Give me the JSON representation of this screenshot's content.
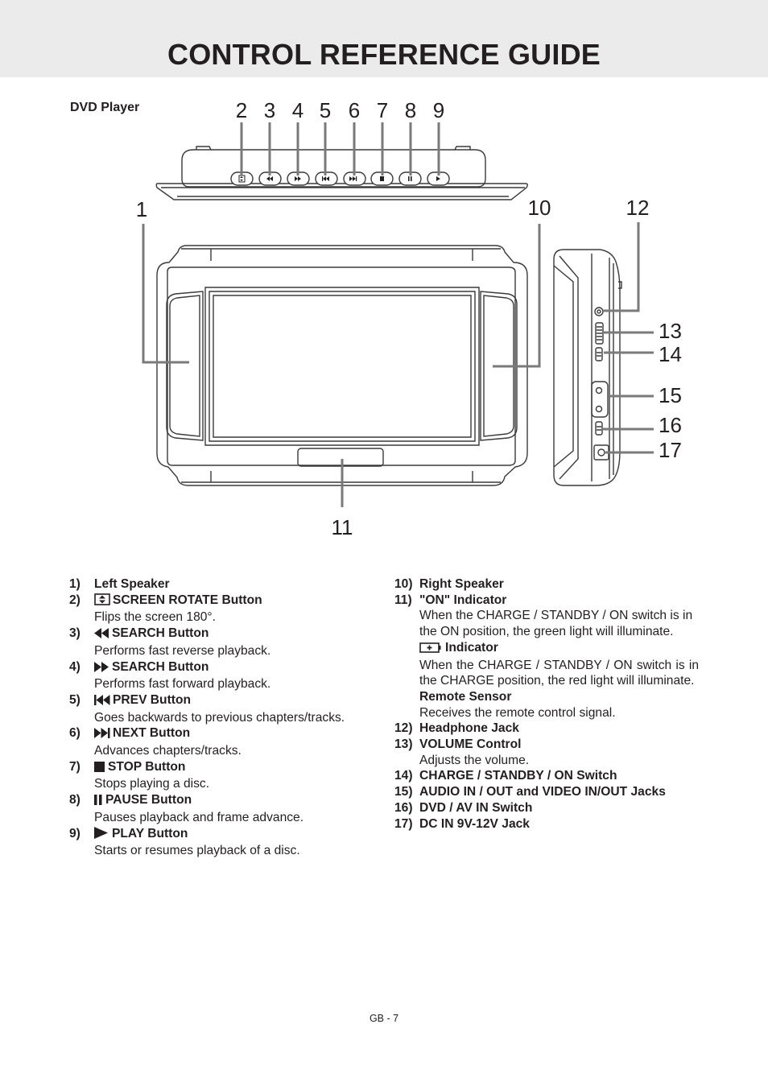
{
  "header": {
    "title": "CONTROL REFERENCE GUIDE"
  },
  "section": {
    "label": "DVD Player"
  },
  "callouts": {
    "top": [
      "2",
      "3",
      "4",
      "5",
      "6",
      "7",
      "8",
      "9"
    ],
    "c1": "1",
    "c10": "10",
    "c11": "11",
    "c12": "12",
    "c13": "13",
    "c14": "14",
    "c15": "15",
    "c16": "16",
    "c17": "17"
  },
  "left_items": [
    {
      "num": "1)",
      "icon": "",
      "head": "Left Speaker",
      "desc": ""
    },
    {
      "num": "2)",
      "icon": "rotate-icon",
      "head": "SCREEN ROTATE Button",
      "desc": "Flips the screen 180°."
    },
    {
      "num": "3)",
      "icon": "rewind-icon",
      "head": "SEARCH Button",
      "desc": "Performs fast reverse playback."
    },
    {
      "num": "4)",
      "icon": "fast-forward-icon",
      "head": "SEARCH Button",
      "desc": "Performs fast forward playback."
    },
    {
      "num": "5)",
      "icon": "prev-icon",
      "head": "PREV Button",
      "desc": "Goes backwards to previous chapters/tracks."
    },
    {
      "num": "6)",
      "icon": "next-icon",
      "head": "NEXT Button",
      "desc": "Advances chapters/tracks."
    },
    {
      "num": "7)",
      "icon": "stop-icon",
      "head": "STOP Button",
      "desc": "Stops playing a disc."
    },
    {
      "num": "8)",
      "icon": "pause-icon",
      "head": "PAUSE Button",
      "desc": "Pauses playback and frame advance."
    },
    {
      "num": "9)",
      "icon": "play-icon",
      "head": "PLAY Button",
      "desc": "Starts or resumes playback of a disc."
    }
  ],
  "right_items": {
    "i10": {
      "num": "10)",
      "head": "Right Speaker"
    },
    "i11": {
      "num": "11)",
      "head": "\"ON\" Indicator",
      "desc": "When the CHARGE / STANDBY / ON switch is in the ON position, the green light will illuminate.",
      "sub1_head": "Indicator",
      "sub1_desc": "When the CHARGE / STANDBY / ON switch is in the CHARGE position, the red light will illuminate.",
      "sub2_head": "Remote Sensor",
      "sub2_desc": "Receives the remote control signal."
    },
    "i12": {
      "num": "12)",
      "head": "Headphone Jack"
    },
    "i13": {
      "num": "13)",
      "head": "VOLUME Control",
      "desc": "Adjusts the volume."
    },
    "i14": {
      "num": "14)",
      "head": "CHARGE / STANDBY / ON Switch"
    },
    "i15": {
      "num": "15)",
      "head": "AUDIO IN / OUT and VIDEO IN/OUT Jacks"
    },
    "i16": {
      "num": "16)",
      "head": "DVD / AV IN Switch"
    },
    "i17": {
      "num": "17)",
      "head": "DC IN 9V-12V Jack"
    }
  },
  "footer": {
    "page": "GB - 7"
  },
  "colors": {
    "header_bg": "#ebebeb",
    "leader": "#7a7a7a"
  }
}
